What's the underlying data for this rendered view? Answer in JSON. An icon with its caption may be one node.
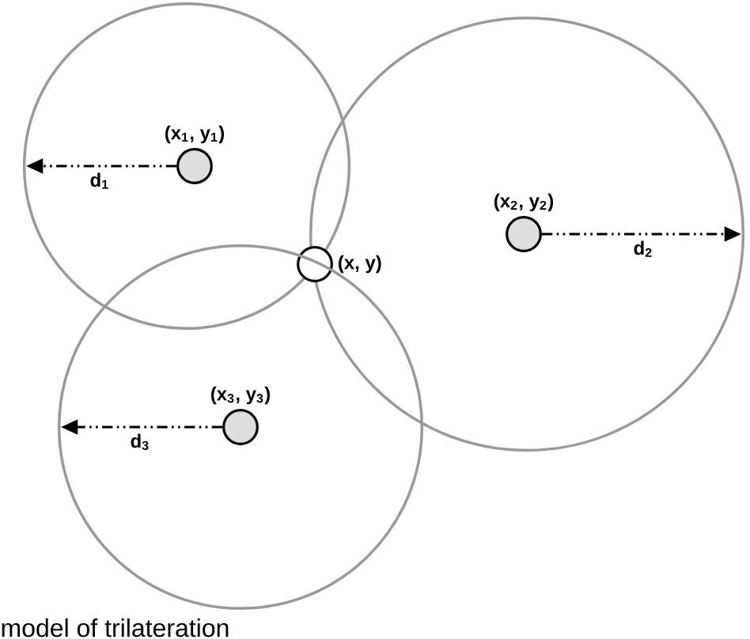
{
  "diagram": {
    "caption": "model of trilateration",
    "nodes": [
      {
        "text": [],
        "shape": "circle"
      },
      {
        "text": [],
        "shape": "circle",
        "in": 0,
        "beside": [
          "(x$_{1}$, y$_{1}$)"
        ]
      },
      {
        "text": [],
        "shape": "circle"
      },
      {
        "text": [],
        "shape": "circle",
        "in": 2,
        "beside": [
          "(x$_{2}$, y$_{2}$)"
        ]
      },
      {
        "text": [],
        "shape": "circle",
        "beside": [
          "(x, y)"
        ]
      },
      {
        "text": [],
        "shape": "circle"
      },
      {
        "text": [],
        "shape": "circle",
        "in": 5,
        "beside": [
          "(x$_{3}$, y$_{3}$)"
        ]
      }
    ],
    "edges": [
      {
        "from": 1,
        "to": 0,
        "arrow": "to",
        "label": "d$_{1}$",
        "style": "dashed"
      },
      {
        "from": 3,
        "to": 2,
        "arrow": "to",
        "label": "d$_{2}$",
        "style": "dashed"
      },
      {
        "from": 6,
        "to": 5,
        "arrow": "to",
        "label": "d$_{3}$",
        "style": "dashed"
      }
    ]
  }
}
